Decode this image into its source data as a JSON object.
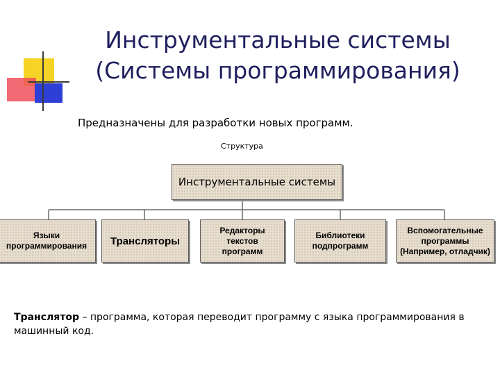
{
  "title": {
    "line1": "Инструментальные системы",
    "line2": "(Системы программирования)"
  },
  "purpose": "Предназначены для разработки новых программ.",
  "structure_label": "Структура",
  "tree": {
    "root": "Инструментальные системы",
    "children": [
      "Языки\nпрограммирования",
      "Трансляторы",
      "Редакторы\nтекстов\nпрограмм",
      "Библиотеки\nподпрограмм",
      "Вспомогательные\nпрограммы\n(Например, отладчик)"
    ]
  },
  "definition": {
    "term": "Транслятор",
    "text": " – программа, которая переводит программу с языка программирования в машинный код."
  },
  "colors": {
    "title": "#1f1f5e",
    "box_fill": "#e7ded0",
    "logo_yellow": "#f5d327",
    "logo_red": "#f0505a",
    "logo_blue": "#2e3fd6"
  }
}
